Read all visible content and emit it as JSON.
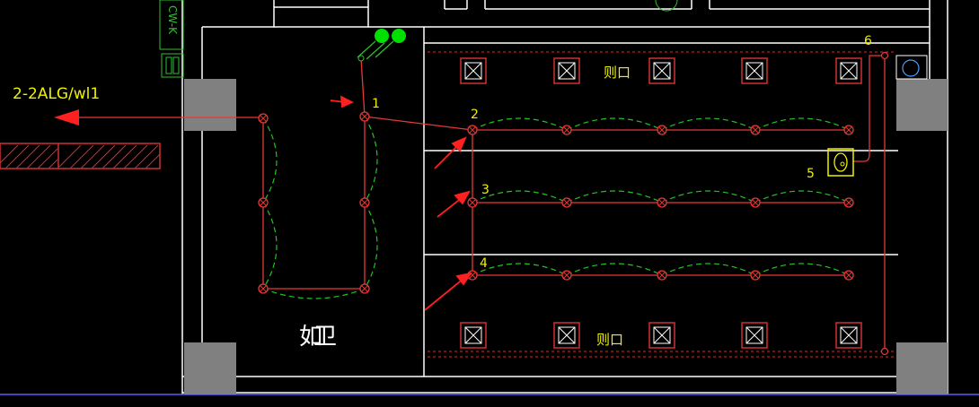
{
  "colors": {
    "background": "#000000",
    "wall": "#ffffff",
    "column": "#808080",
    "circuit": "#e53935",
    "arc": "#21c421",
    "text_yellow": "#f0f000",
    "arrow": "#ff2020",
    "vent": "#d03030",
    "green_dot": "#00e000",
    "label_green": "#2ec02e"
  },
  "labels": {
    "circuit_ref": "2-2ALG/wl1",
    "node_1": "1",
    "node_2": "2",
    "node_3": "3",
    "node_4": "4",
    "node_5": "5",
    "node_6": "6",
    "room_left": "如",
    "room_left_2": "卫",
    "room_top": "则口",
    "room_bottom": "则口",
    "vertical_tag": "CW-K"
  },
  "icons": {
    "vent": "square-vent-icon",
    "fixture": "ceiling-light-icon",
    "panel": "panel-box-icon",
    "outlet": "round-outlet-icon"
  }
}
